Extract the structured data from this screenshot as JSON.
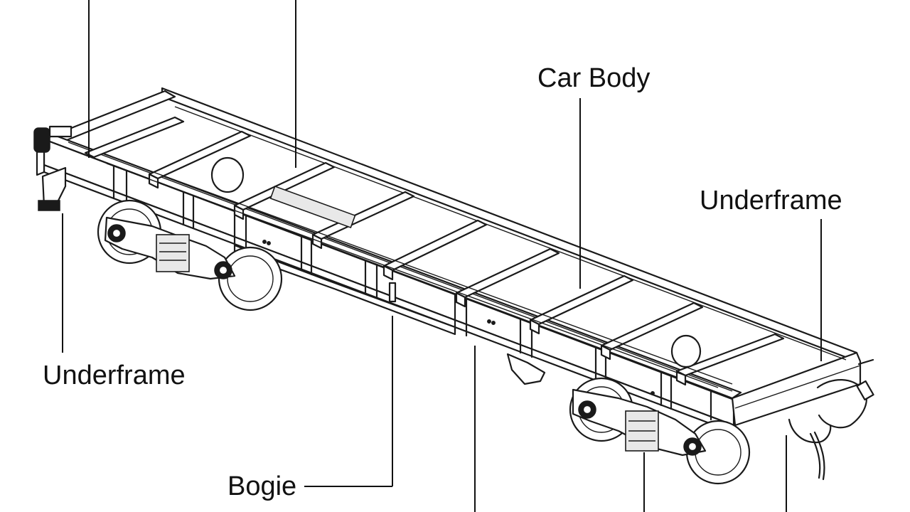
{
  "labels": {
    "car_body": "Car Body",
    "underframe_right": "Underframe",
    "underframe_left": "Underframe",
    "bogie": "Bogie"
  },
  "colors": {
    "background": "#ffffff",
    "line": "#1a1a1a"
  }
}
